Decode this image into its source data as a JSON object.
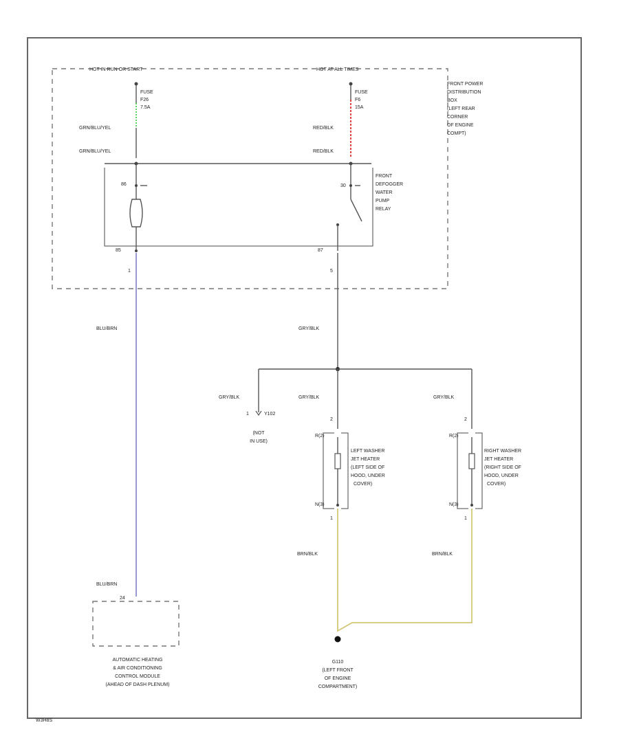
{
  "top": {
    "hot_left": "HOT IN RUN OR START",
    "hot_right": "HOT AT ALL TIMES"
  },
  "fuse_left": {
    "l1": "FUSE",
    "l2": "F26",
    "l3": "7.5A"
  },
  "fuse_right": {
    "l1": "FUSE",
    "l2": "F6",
    "l3": "15A"
  },
  "pdb": {
    "l1": "FRONT POWER",
    "l2": "DISTRIBUTION",
    "l3": "BOX",
    "l4": "(LEFT REAR",
    "l5": "CORNER",
    "l6": "OF ENGINE",
    "l7": "COMPT)"
  },
  "wires": {
    "left_top_1": "GRN/BLU/YEL",
    "left_top_2": "GRN/BLU/YEL",
    "right_top_1": "RED/BLK",
    "right_top_2": "RED/BLK",
    "blu_1": "BLU/BRN",
    "blu_2": "BLU/BRN",
    "gry_main": "GRY/BLK",
    "gry_a": "GRY/BLK",
    "gry_b": "GRY/BLK",
    "gry_c": "GRY/BLK",
    "brn_1": "BRN/BLK",
    "brn_2": "BRN/BLK"
  },
  "relay": {
    "pin_86": "86",
    "pin_30": "30",
    "pin_85": "85",
    "pin_87": "87",
    "pin_left_bot": "1",
    "pin_right_bot": "5",
    "l1": "FRONT",
    "l2": "DEFOGGER",
    "l3": "WATER",
    "l4": "PUMP",
    "l5": "RELAY"
  },
  "connector": {
    "pin1": "1",
    "code": "Y102",
    "l1": "(NOT",
    "l2": "IN USE)"
  },
  "heater_left": {
    "pin2": "2",
    "r": "R(2)",
    "n": "N(3)",
    "pin1": "1",
    "l1": "LEFT WASHER",
    "l2": "JET HEATER",
    "l3": "(LEFT SIDE OF",
    "l4": "HOOD, UNDER",
    "l5": "COVER)"
  },
  "heater_right": {
    "pin2": "2",
    "r": "R(2)",
    "n": "N(3)",
    "pin1": "1",
    "l1": "RIGHT WASHER",
    "l2": "JET HEATER",
    "l3": "(RIGHT SIDE OF",
    "l4": "HOOD, UNDER",
    "l5": "COVER)"
  },
  "module": {
    "pin": "24",
    "l1": "AUTOMATIC HEATING",
    "l2": "& AIR CONDITIONING",
    "l3": "CONTROL MODULE",
    "l4": "(AHEAD OF DASH PLENUM)"
  },
  "ground": {
    "l1": "G110",
    "l2": "(LEFT FRONT",
    "l3": "OF ENGINE",
    "l4": "COMPARTMENT)"
  },
  "footer": {
    "code": "W3H8S"
  },
  "colors": {
    "blu_wire": "#8a8cc8",
    "brn_wire": "#d4c878",
    "red_wire": "#e03030",
    "grn_wire": "#33cc33"
  }
}
